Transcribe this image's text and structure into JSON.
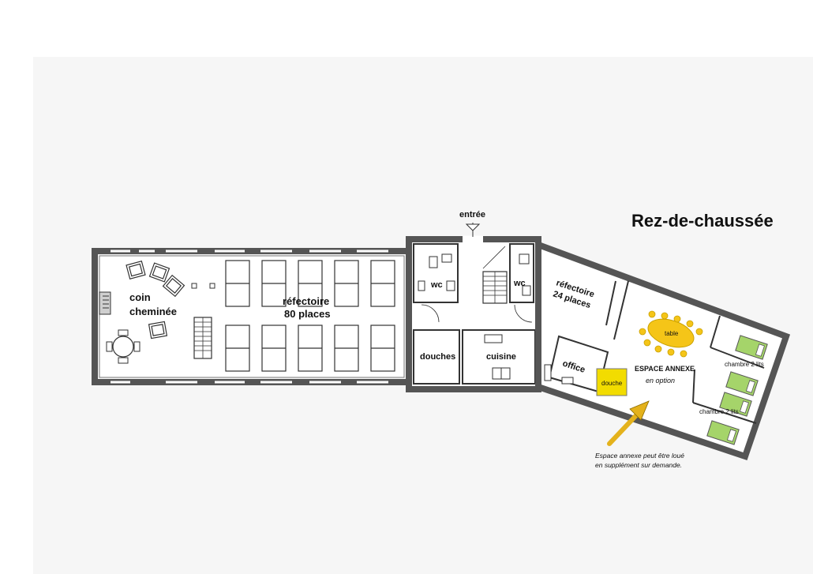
{
  "title": "Rez-de-chaussée",
  "labels": {
    "entree": "entrée",
    "coin": "coin",
    "cheminee": "cheminée",
    "refectoire_80": "réfectoire",
    "refectoire_80_places": "80 places",
    "wc_left": "wc",
    "wc_right": "wc",
    "refectoire_24": "réfectoire",
    "refectoire_24_places": "24 places",
    "douches": "douches",
    "cuisine": "cuisine",
    "office": "office",
    "douche": "douche",
    "table": "table",
    "espace_annexe": "ESPACE ANNEXE",
    "en_option": "en option",
    "chambre_1": "chambre 2 lits",
    "chambre_2": "chambre 2 lits"
  },
  "note": {
    "line1": "Espace annexe peut être loué",
    "line2": "en supplément sur demande."
  },
  "colors": {
    "wall": "#555555",
    "wall_fill": "#8c8c8c",
    "annex_yellow": "#f2dc00",
    "table_fill": "#f5c518",
    "chair_fill": "#f5c518",
    "bed_green": "#a5d46a",
    "arrow": "#e4b21c"
  }
}
